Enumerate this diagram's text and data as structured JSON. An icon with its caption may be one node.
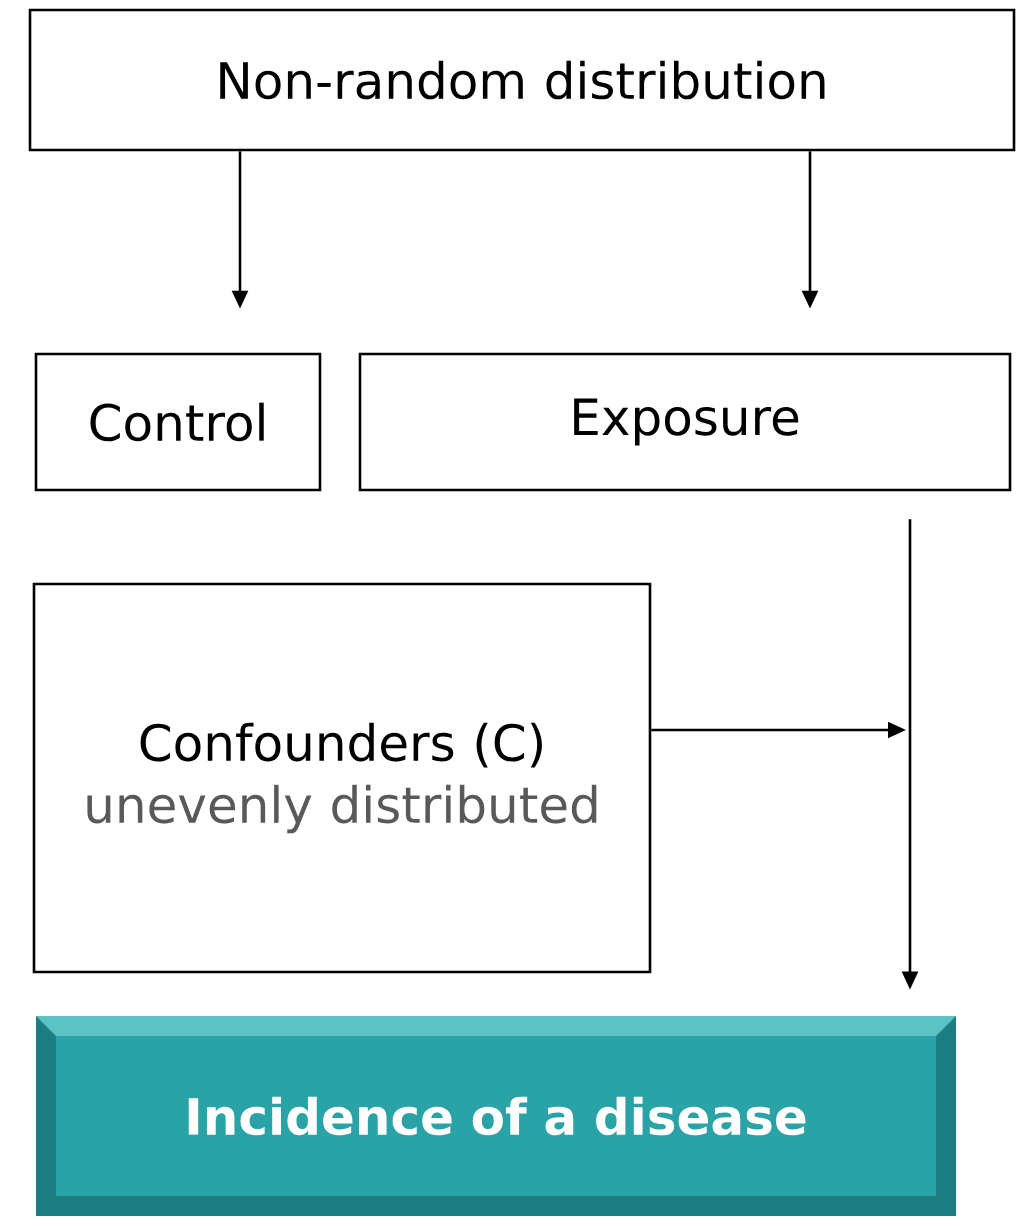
{
  "diagram": {
    "nodes": [
      {
        "text": [
          "Non-random distribution"
        ]
      },
      {
        "text": [
          "Control"
        ]
      },
      {
        "text": [
          "Exposure"
        ]
      },
      {
        "text": [
          "Confounders (C)",
          "unevenly distributed"
        ]
      },
      {
        "text": [
          "Incidence of a disease"
        ]
      }
    ],
    "edges": [
      {
        "from": 0,
        "to": 1,
        "arrow": "to"
      },
      {
        "from": 0,
        "to": 2,
        "arrow": "to"
      },
      {
        "from": 2,
        "to": 4,
        "arrow": "to"
      },
      {
        "from": 3,
        "to": null,
        "arrow": "to"
      }
    ]
  }
}
